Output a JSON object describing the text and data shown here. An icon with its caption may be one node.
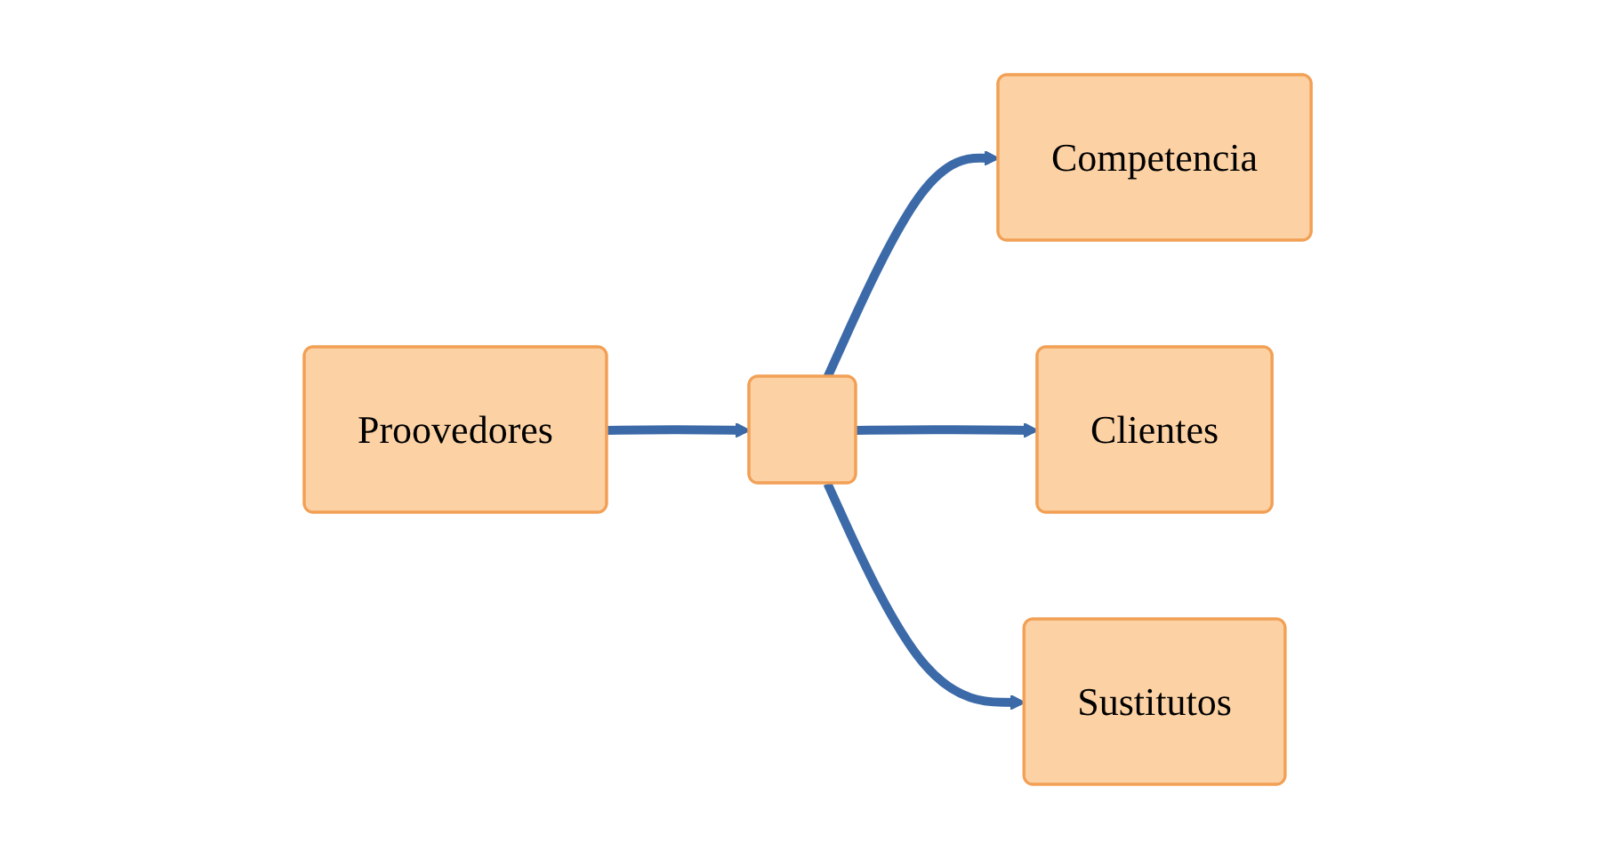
{
  "diagram": {
    "nodes": [
      {
        "text": [
          "Competencia"
        ]
      },
      {
        "text": [
          "Proovedores"
        ]
      },
      {
        "text": [],
        "shape": "box"
      },
      {
        "text": [
          "Clientes"
        ]
      },
      {
        "text": [
          "Sustitutos"
        ]
      }
    ],
    "edges": [
      {
        "from": 1,
        "to": 2,
        "arrow": "to"
      },
      {
        "from": 2,
        "to": 0,
        "arrow": "to"
      },
      {
        "from": 2,
        "to": 3,
        "arrow": "to"
      },
      {
        "from": 2,
        "to": 4,
        "arrow": "to"
      }
    ]
  }
}
